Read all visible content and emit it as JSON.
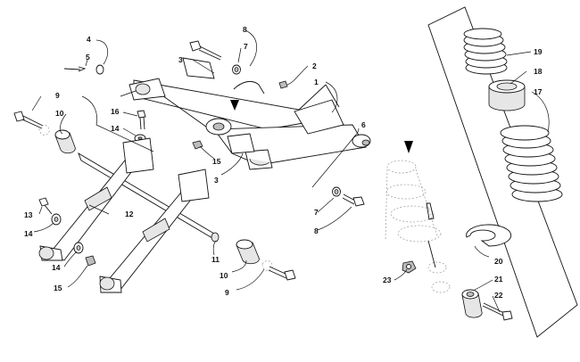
{
  "callouts": {
    "c1": "1",
    "c2": "2",
    "c3a": "3",
    "c3b": "3",
    "c4": "4",
    "c5": "5",
    "c6": "6",
    "c7a": "7",
    "c7b": "7",
    "c8a": "8",
    "c8b": "8",
    "c9a": "9",
    "c9b": "9",
    "c10a": "10",
    "c10b": "10",
    "c11": "11",
    "c12": "12",
    "c13": "13",
    "c14a": "14",
    "c14b": "14",
    "c14c": "14",
    "c15a": "15",
    "c15b": "15",
    "c16": "16",
    "c17": "17",
    "c18": "18",
    "c19": "19",
    "c20": "20",
    "c21": "21",
    "c22": "22",
    "c23": "23"
  }
}
